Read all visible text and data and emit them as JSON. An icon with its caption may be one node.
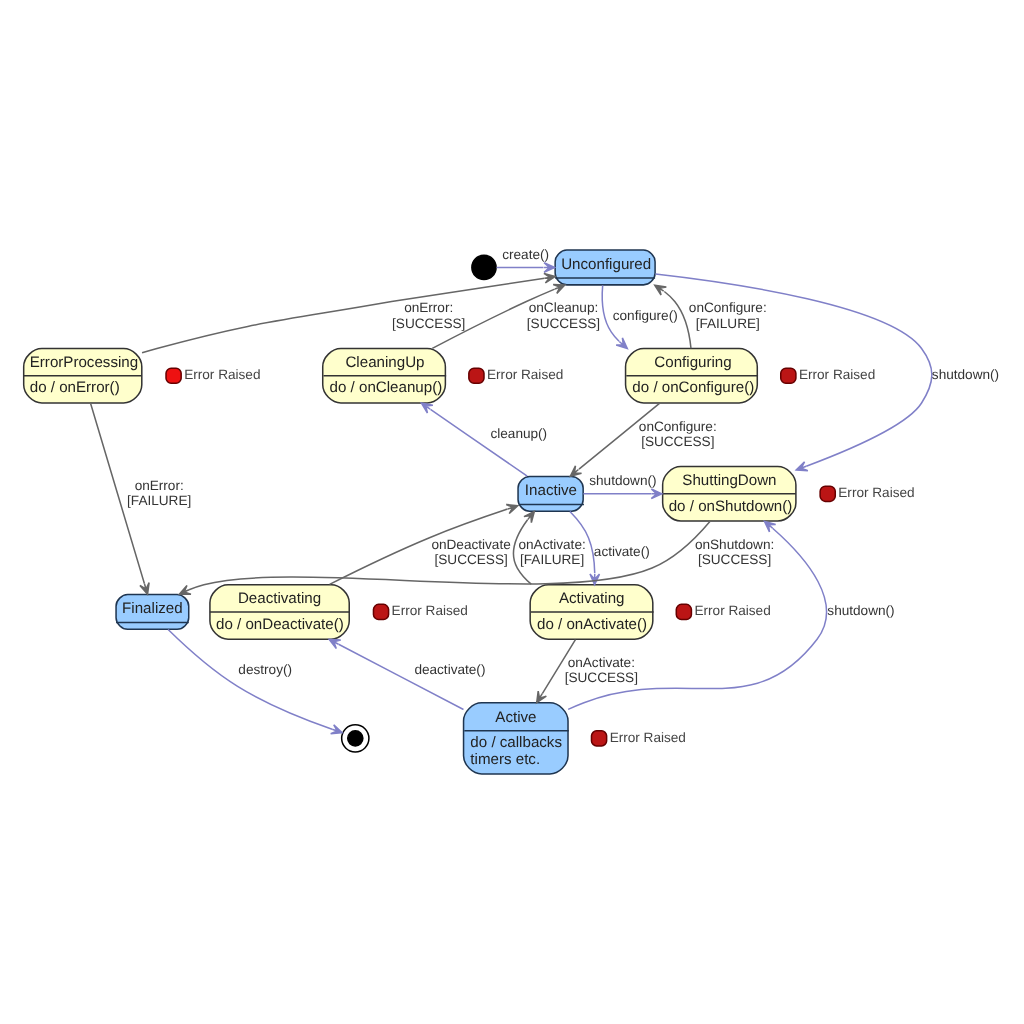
{
  "diagram": {
    "nodes": [
      {
        "text": [],
        "shape": "circle"
      },
      {
        "text": [
          "Unconfigured"
        ]
      },
      {
        "text": [
          "ErrorProcessing",
          "do / onError()"
        ],
        "beside": [
          "Error Raised"
        ]
      },
      {
        "text": [
          "CleaningUp",
          "do / onCleanup()"
        ],
        "beside": [
          "Error Raised"
        ]
      },
      {
        "text": [
          "Configuring",
          "do / onConfigure()"
        ],
        "beside": [
          "Error Raised"
        ]
      },
      {
        "text": [
          "Inactive"
        ]
      },
      {
        "text": [
          "ShuttingDown",
          "do / onShutdown()"
        ],
        "beside": [
          "Error Raised"
        ]
      },
      {
        "text": [
          "Finalized"
        ]
      },
      {
        "text": [
          "Deactivating",
          "do / onDeactivate()"
        ],
        "beside": [
          "Error Raised"
        ]
      },
      {
        "text": [
          "Activating",
          "do / onActivate()"
        ],
        "beside": [
          "Error Raised"
        ]
      },
      {
        "text": [
          "Active",
          "do / callbacks timers etc."
        ],
        "beside": [
          "Error Raised"
        ]
      },
      {
        "text": [],
        "shape": "circle"
      }
    ],
    "edges": [
      {
        "from": 0,
        "to": 1,
        "arrow": "to",
        "label": "create()"
      },
      {
        "from": 1,
        "to": 4,
        "arrow": "to",
        "label": "configure()"
      },
      {
        "from": 4,
        "to": 1,
        "arrow": "to",
        "label": "onConfigure: [FAILURE]",
        "color": "#666666"
      },
      {
        "from": 4,
        "to": 5,
        "arrow": "to",
        "label": "onConfigure: [SUCCESS]",
        "color": "#666666"
      },
      {
        "from": 5,
        "to": 3,
        "arrow": "to",
        "label": "cleanup()"
      },
      {
        "from": 3,
        "to": 1,
        "arrow": "to",
        "label": "onCleanup: [SUCCESS]",
        "color": "#666666"
      },
      {
        "from": 1,
        "to": 6,
        "arrow": "to",
        "label": "shutdown()"
      },
      {
        "from": 5,
        "to": 6,
        "arrow": "to",
        "label": "shutdown()"
      },
      {
        "from": 10,
        "to": 6,
        "arrow": "to",
        "label": "shutdown()"
      },
      {
        "from": 6,
        "to": 7,
        "arrow": "to",
        "label": "onShutdown: [SUCCESS]",
        "color": "#666666"
      },
      {
        "from": 2,
        "to": 1,
        "arrow": "to",
        "label": "onError: [SUCCESS]",
        "color": "#666666"
      },
      {
        "from": 2,
        "to": 7,
        "arrow": "to",
        "label": "onError: [FAILURE]",
        "color": "#666666"
      },
      {
        "from": 7,
        "to": 11,
        "arrow": "to",
        "label": "destroy()"
      },
      {
        "from": 5,
        "to": 9,
        "arrow": "to",
        "label": "activate()"
      },
      {
        "from": 9,
        "to": 5,
        "arrow": "to",
        "label": "onActivate: [FAILURE]",
        "color": "#666666"
      },
      {
        "from": 9,
        "to": 10,
        "arrow": "to",
        "label": "onActivate: [SUCCESS]",
        "color": "#666666"
      },
      {
        "from": 10,
        "to": 8,
        "arrow": "to",
        "label": "deactivate()"
      },
      {
        "from": 8,
        "to": 5,
        "arrow": "to",
        "label": "onDeactivate [SUCCESS]",
        "color": "#666666"
      }
    ]
  }
}
